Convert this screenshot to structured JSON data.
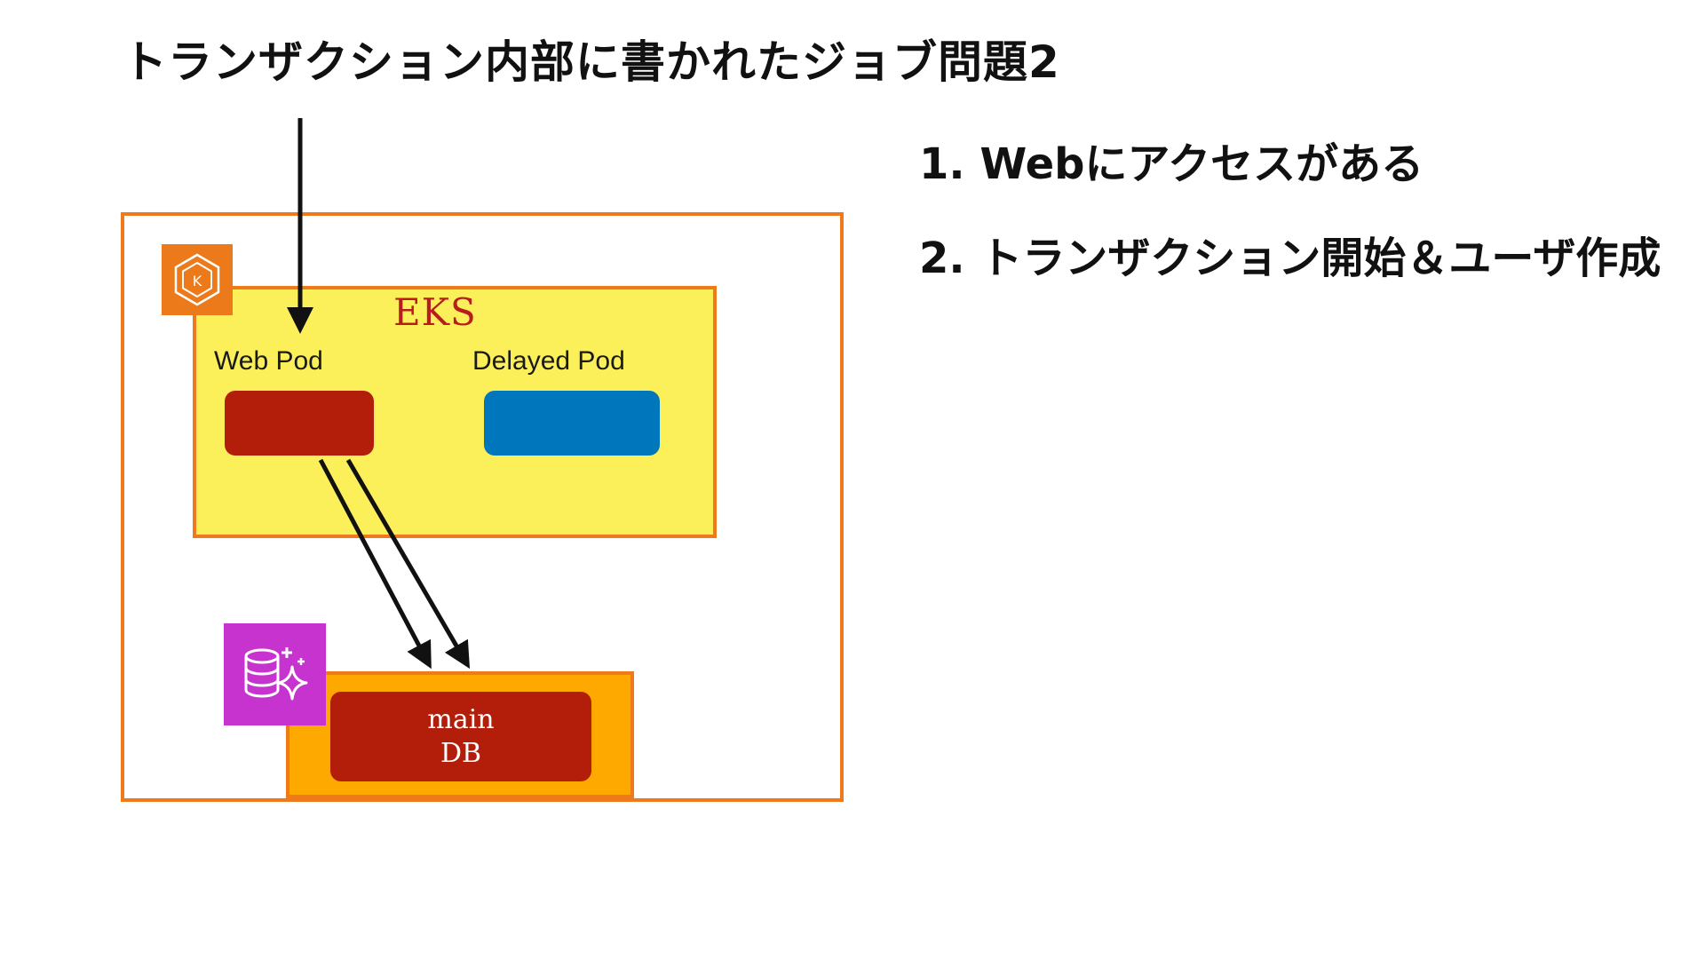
{
  "title": "トランザクション内部に書かれたジョブ問題2",
  "steps": [
    "1. Webにアクセスがある",
    "2. トランザクション開始＆ユーザ作成"
  ],
  "diagram": {
    "eks_label": "EKS",
    "web_pod_label": "Web Pod",
    "delayed_pod_label": "Delayed Pod",
    "db_line1": "main",
    "db_line2": "DB",
    "eks_icon_letter": "K",
    "colors": {
      "outer_border": "#ee7a1b",
      "eks_fill": "#fbf05a",
      "eks_label": "#b81d1d",
      "web_pod": "#b21e0a",
      "delayed_pod": "#0077bc",
      "db_container": "#fea900",
      "db_inner": "#b21e0a",
      "eks_icon_bg": "#ec7a1a",
      "db_icon_bg": "#c633cf"
    },
    "icons": {
      "eks": "eks-kubernetes-icon",
      "database": "aurora-database-icon"
    }
  }
}
